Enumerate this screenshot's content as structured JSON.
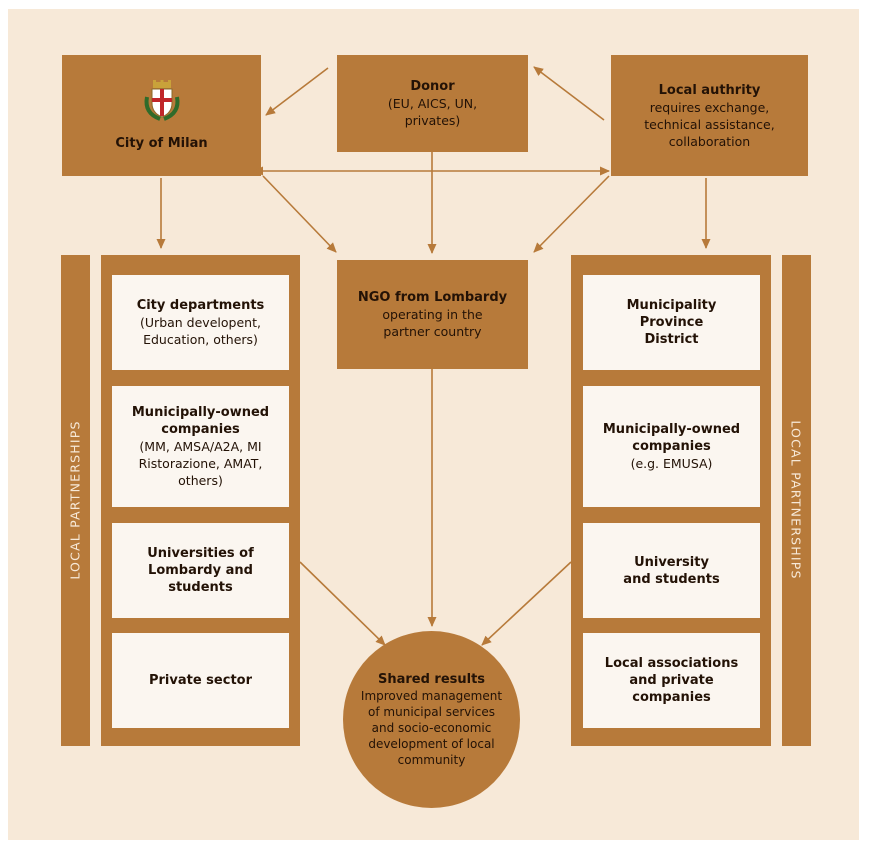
{
  "colors": {
    "background": "#f7e9d8",
    "brown": "#b77a3a",
    "card": "#fbf6f0",
    "text": "#231206"
  },
  "city": {
    "title": "City of Milan",
    "emblem_icon": "milan-coat-of-arms-icon"
  },
  "donor": {
    "title": "Donor",
    "subtitle": "(EU, AICS, UN, privates)"
  },
  "local_authority": {
    "title": "Local authrity",
    "subtitle": "requires exchange, technical assistance, collaboration"
  },
  "ngo": {
    "title": "NGO from Lombardy",
    "subtitle": "operating in the partner country"
  },
  "left_label": "LOCAL PARTNERSHIPS",
  "right_label": "LOCAL PARTNERSHIPS",
  "left_items": [
    {
      "title": "City departments",
      "subtitle": "(Urban developent, Education, others)"
    },
    {
      "title": "Municipally-owned companies",
      "subtitle": "(MM, AMSA/A2A, MI Ristorazione, AMAT, others)"
    },
    {
      "title": "Universities of Lombardy and students",
      "subtitle": ""
    },
    {
      "title": "Private sector",
      "subtitle": ""
    }
  ],
  "right_items": [
    {
      "title": "Municipality Province District",
      "subtitle": ""
    },
    {
      "title": "Municipally-owned companies",
      "subtitle": "(e.g. EMUSA)"
    },
    {
      "title": "University and students",
      "subtitle": ""
    },
    {
      "title": "Local associations and private companies",
      "subtitle": ""
    }
  ],
  "results": {
    "title": "Shared results",
    "subtitle": "Improved management of municipal services and socio-economic development of local community"
  }
}
